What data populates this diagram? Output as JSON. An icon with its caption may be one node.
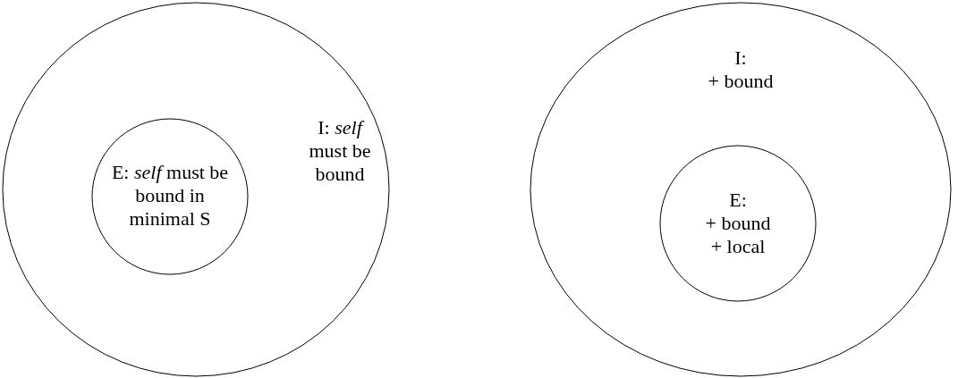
{
  "diagram": {
    "nodes": [
      {
        "text": [
          "I: *self* must be bound"
        ]
      },
      {
        "text": [
          "E: *self* must be bound in minimal S"
        ],
        "in": 0
      },
      {
        "text": [
          "I: + bound"
        ]
      },
      {
        "text": [
          "E: + bound + local"
        ],
        "in": 2
      }
    ]
  }
}
